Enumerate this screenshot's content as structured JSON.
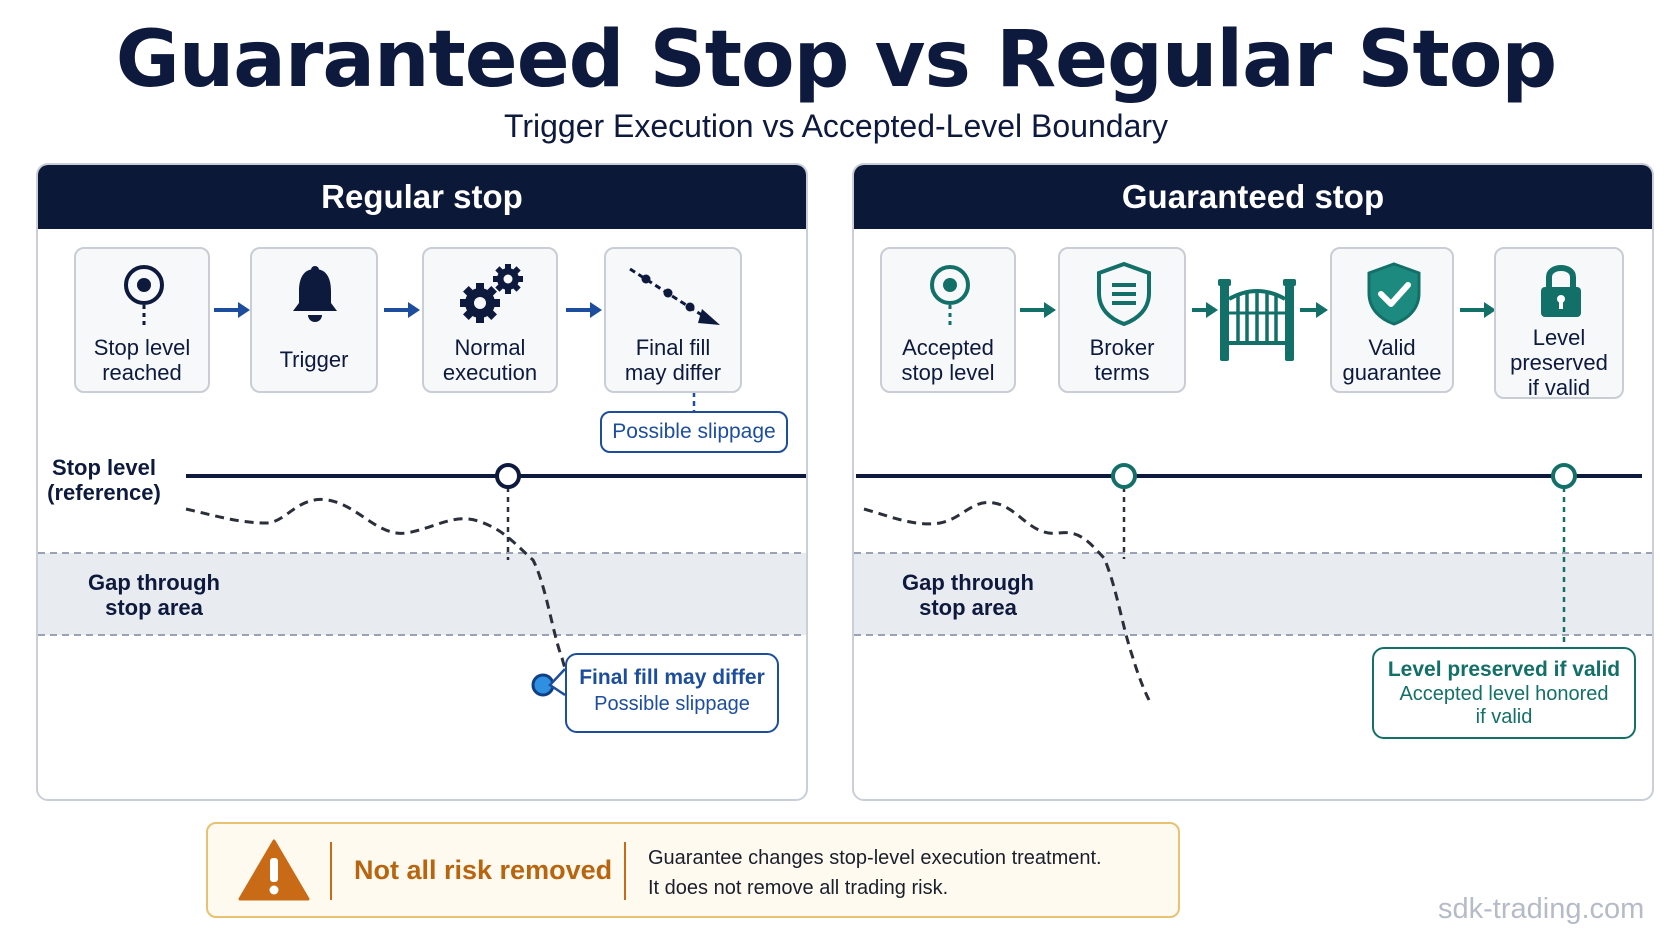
{
  "title": "Guaranteed Stop vs Regular Stop",
  "subtitle": "Trigger Execution vs Accepted-Level Boundary",
  "colors": {
    "navy": "#0c1838",
    "blue_accent": "#1d4e9e",
    "teal_accent": "#137068",
    "gap_band": "#e8ebef",
    "warning_orange": "#c96a17",
    "warning_border": "#e9c172"
  },
  "regular": {
    "header": "Regular stop",
    "steps": [
      {
        "label": "Stop level\nreached",
        "icon": "target-pin-icon"
      },
      {
        "label": "Trigger",
        "icon": "bell-icon"
      },
      {
        "label": "Normal\nexecution",
        "icon": "gears-icon"
      },
      {
        "label": "Final fill\nmay differ",
        "icon": "downtrend-arrow-icon"
      }
    ],
    "slippage_tag": "Possible slippage",
    "stop_level_label": "Stop level\n(reference)",
    "gap_label": "Gap through\nstop area",
    "callout_title": "Final fill may differ",
    "callout_text": "Possible slippage"
  },
  "guaranteed": {
    "header": "Guaranteed stop",
    "steps": [
      {
        "label": "Accepted\nstop level",
        "icon": "target-pin-icon"
      },
      {
        "label": "Broker\nterms",
        "icon": "document-shield-icon"
      },
      {
        "label": "",
        "icon": "gate-icon"
      },
      {
        "label": "Valid\nguarantee",
        "icon": "shield-check-icon"
      },
      {
        "label": "Level\npreserved\nif valid",
        "icon": "padlock-icon"
      }
    ],
    "gap_label": "Gap through\nstop area",
    "callout_title": "Level preserved if valid",
    "callout_text": "Accepted level honored\nif valid"
  },
  "warning": {
    "icon": "warning-triangle-icon",
    "title": "Not all risk removed",
    "line1": "Guarantee changes stop-level execution treatment.",
    "line2": "It does not remove all trading risk."
  },
  "watermark": "sdk-trading.com"
}
